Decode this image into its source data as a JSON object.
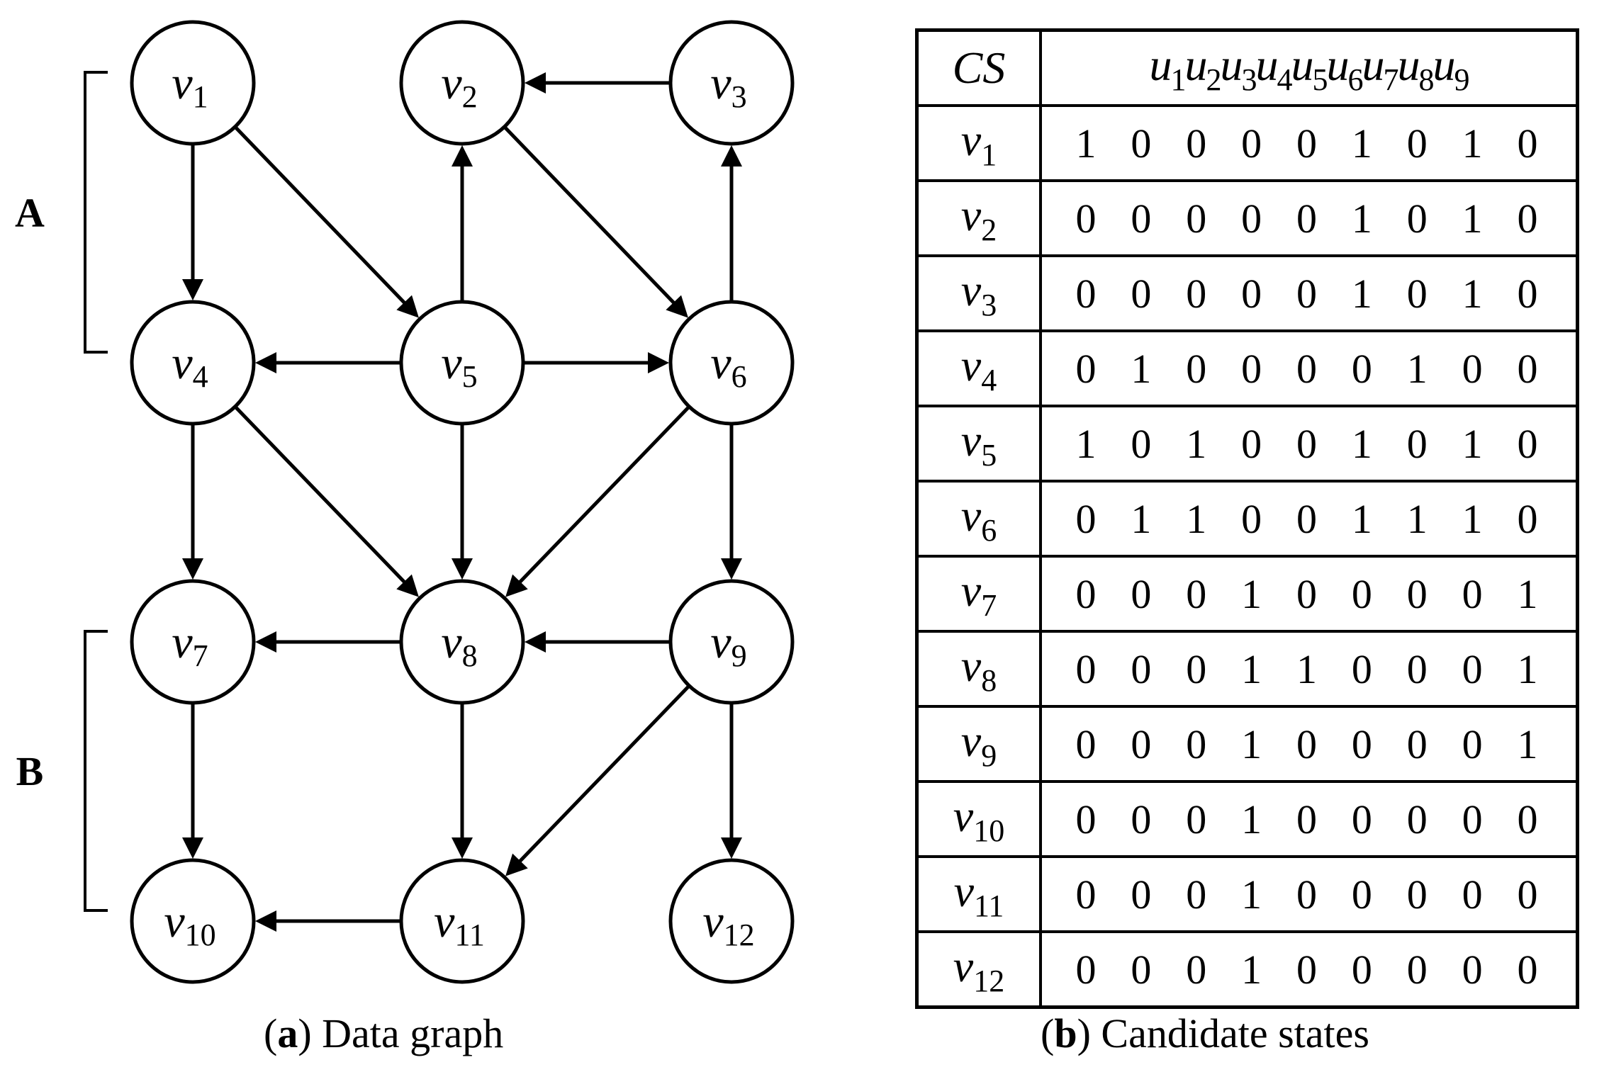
{
  "graph": {
    "nodes": [
      {
        "id": "v1",
        "base": "v",
        "sub": "1"
      },
      {
        "id": "v2",
        "base": "v",
        "sub": "2"
      },
      {
        "id": "v3",
        "base": "v",
        "sub": "3"
      },
      {
        "id": "v4",
        "base": "v",
        "sub": "4"
      },
      {
        "id": "v5",
        "base": "v",
        "sub": "5"
      },
      {
        "id": "v6",
        "base": "v",
        "sub": "6"
      },
      {
        "id": "v7",
        "base": "v",
        "sub": "7"
      },
      {
        "id": "v8",
        "base": "v",
        "sub": "8"
      },
      {
        "id": "v9",
        "base": "v",
        "sub": "9"
      },
      {
        "id": "v10",
        "base": "v",
        "sub": "10"
      },
      {
        "id": "v11",
        "base": "v",
        "sub": "11"
      },
      {
        "id": "v12",
        "base": "v",
        "sub": "12"
      }
    ],
    "edges": [
      [
        "v1",
        "v4"
      ],
      [
        "v1",
        "v5"
      ],
      [
        "v3",
        "v2"
      ],
      [
        "v2",
        "v6"
      ],
      [
        "v5",
        "v2"
      ],
      [
        "v6",
        "v3"
      ],
      [
        "v5",
        "v4"
      ],
      [
        "v5",
        "v6"
      ],
      [
        "v4",
        "v7"
      ],
      [
        "v4",
        "v8"
      ],
      [
        "v5",
        "v8"
      ],
      [
        "v6",
        "v8"
      ],
      [
        "v6",
        "v9"
      ],
      [
        "v8",
        "v7"
      ],
      [
        "v9",
        "v8"
      ],
      [
        "v7",
        "v10"
      ],
      [
        "v8",
        "v11"
      ],
      [
        "v9",
        "v11"
      ],
      [
        "v9",
        "v12"
      ],
      [
        "v11",
        "v10"
      ]
    ],
    "groups": [
      {
        "label": "A",
        "members": [
          "v1",
          "v4"
        ]
      },
      {
        "label": "B",
        "members": [
          "v7",
          "v10"
        ]
      }
    ]
  },
  "table": {
    "corner": "CS",
    "column_headers": [
      {
        "base": "u",
        "sub": "1"
      },
      {
        "base": "u",
        "sub": "2"
      },
      {
        "base": "u",
        "sub": "3"
      },
      {
        "base": "u",
        "sub": "4"
      },
      {
        "base": "u",
        "sub": "5"
      },
      {
        "base": "u",
        "sub": "6"
      },
      {
        "base": "u",
        "sub": "7"
      },
      {
        "base": "u",
        "sub": "8"
      },
      {
        "base": "u",
        "sub": "9"
      }
    ],
    "rows": [
      {
        "base": "v",
        "sub": "1",
        "values": [
          1,
          0,
          0,
          0,
          0,
          1,
          0,
          1,
          0
        ]
      },
      {
        "base": "v",
        "sub": "2",
        "values": [
          0,
          0,
          0,
          0,
          0,
          1,
          0,
          1,
          0
        ]
      },
      {
        "base": "v",
        "sub": "3",
        "values": [
          0,
          0,
          0,
          0,
          0,
          1,
          0,
          1,
          0
        ]
      },
      {
        "base": "v",
        "sub": "4",
        "values": [
          0,
          1,
          0,
          0,
          0,
          0,
          1,
          0,
          0
        ]
      },
      {
        "base": "v",
        "sub": "5",
        "values": [
          1,
          0,
          1,
          0,
          0,
          1,
          0,
          1,
          0
        ]
      },
      {
        "base": "v",
        "sub": "6",
        "values": [
          0,
          1,
          1,
          0,
          0,
          1,
          1,
          1,
          0
        ]
      },
      {
        "base": "v",
        "sub": "7",
        "values": [
          0,
          0,
          0,
          1,
          0,
          0,
          0,
          0,
          1
        ]
      },
      {
        "base": "v",
        "sub": "8",
        "values": [
          0,
          0,
          0,
          1,
          1,
          0,
          0,
          0,
          1
        ]
      },
      {
        "base": "v",
        "sub": "9",
        "values": [
          0,
          0,
          0,
          1,
          0,
          0,
          0,
          0,
          1
        ]
      },
      {
        "base": "v",
        "sub": "10",
        "values": [
          0,
          0,
          0,
          1,
          0,
          0,
          0,
          0,
          0
        ]
      },
      {
        "base": "v",
        "sub": "11",
        "values": [
          0,
          0,
          0,
          1,
          0,
          0,
          0,
          0,
          0
        ]
      },
      {
        "base": "v",
        "sub": "12",
        "values": [
          0,
          0,
          0,
          1,
          0,
          0,
          0,
          0,
          0
        ]
      }
    ]
  },
  "captions": {
    "a_letter": "a",
    "a_text": "Data graph",
    "b_letter": "b",
    "b_text": "Candidate states"
  }
}
